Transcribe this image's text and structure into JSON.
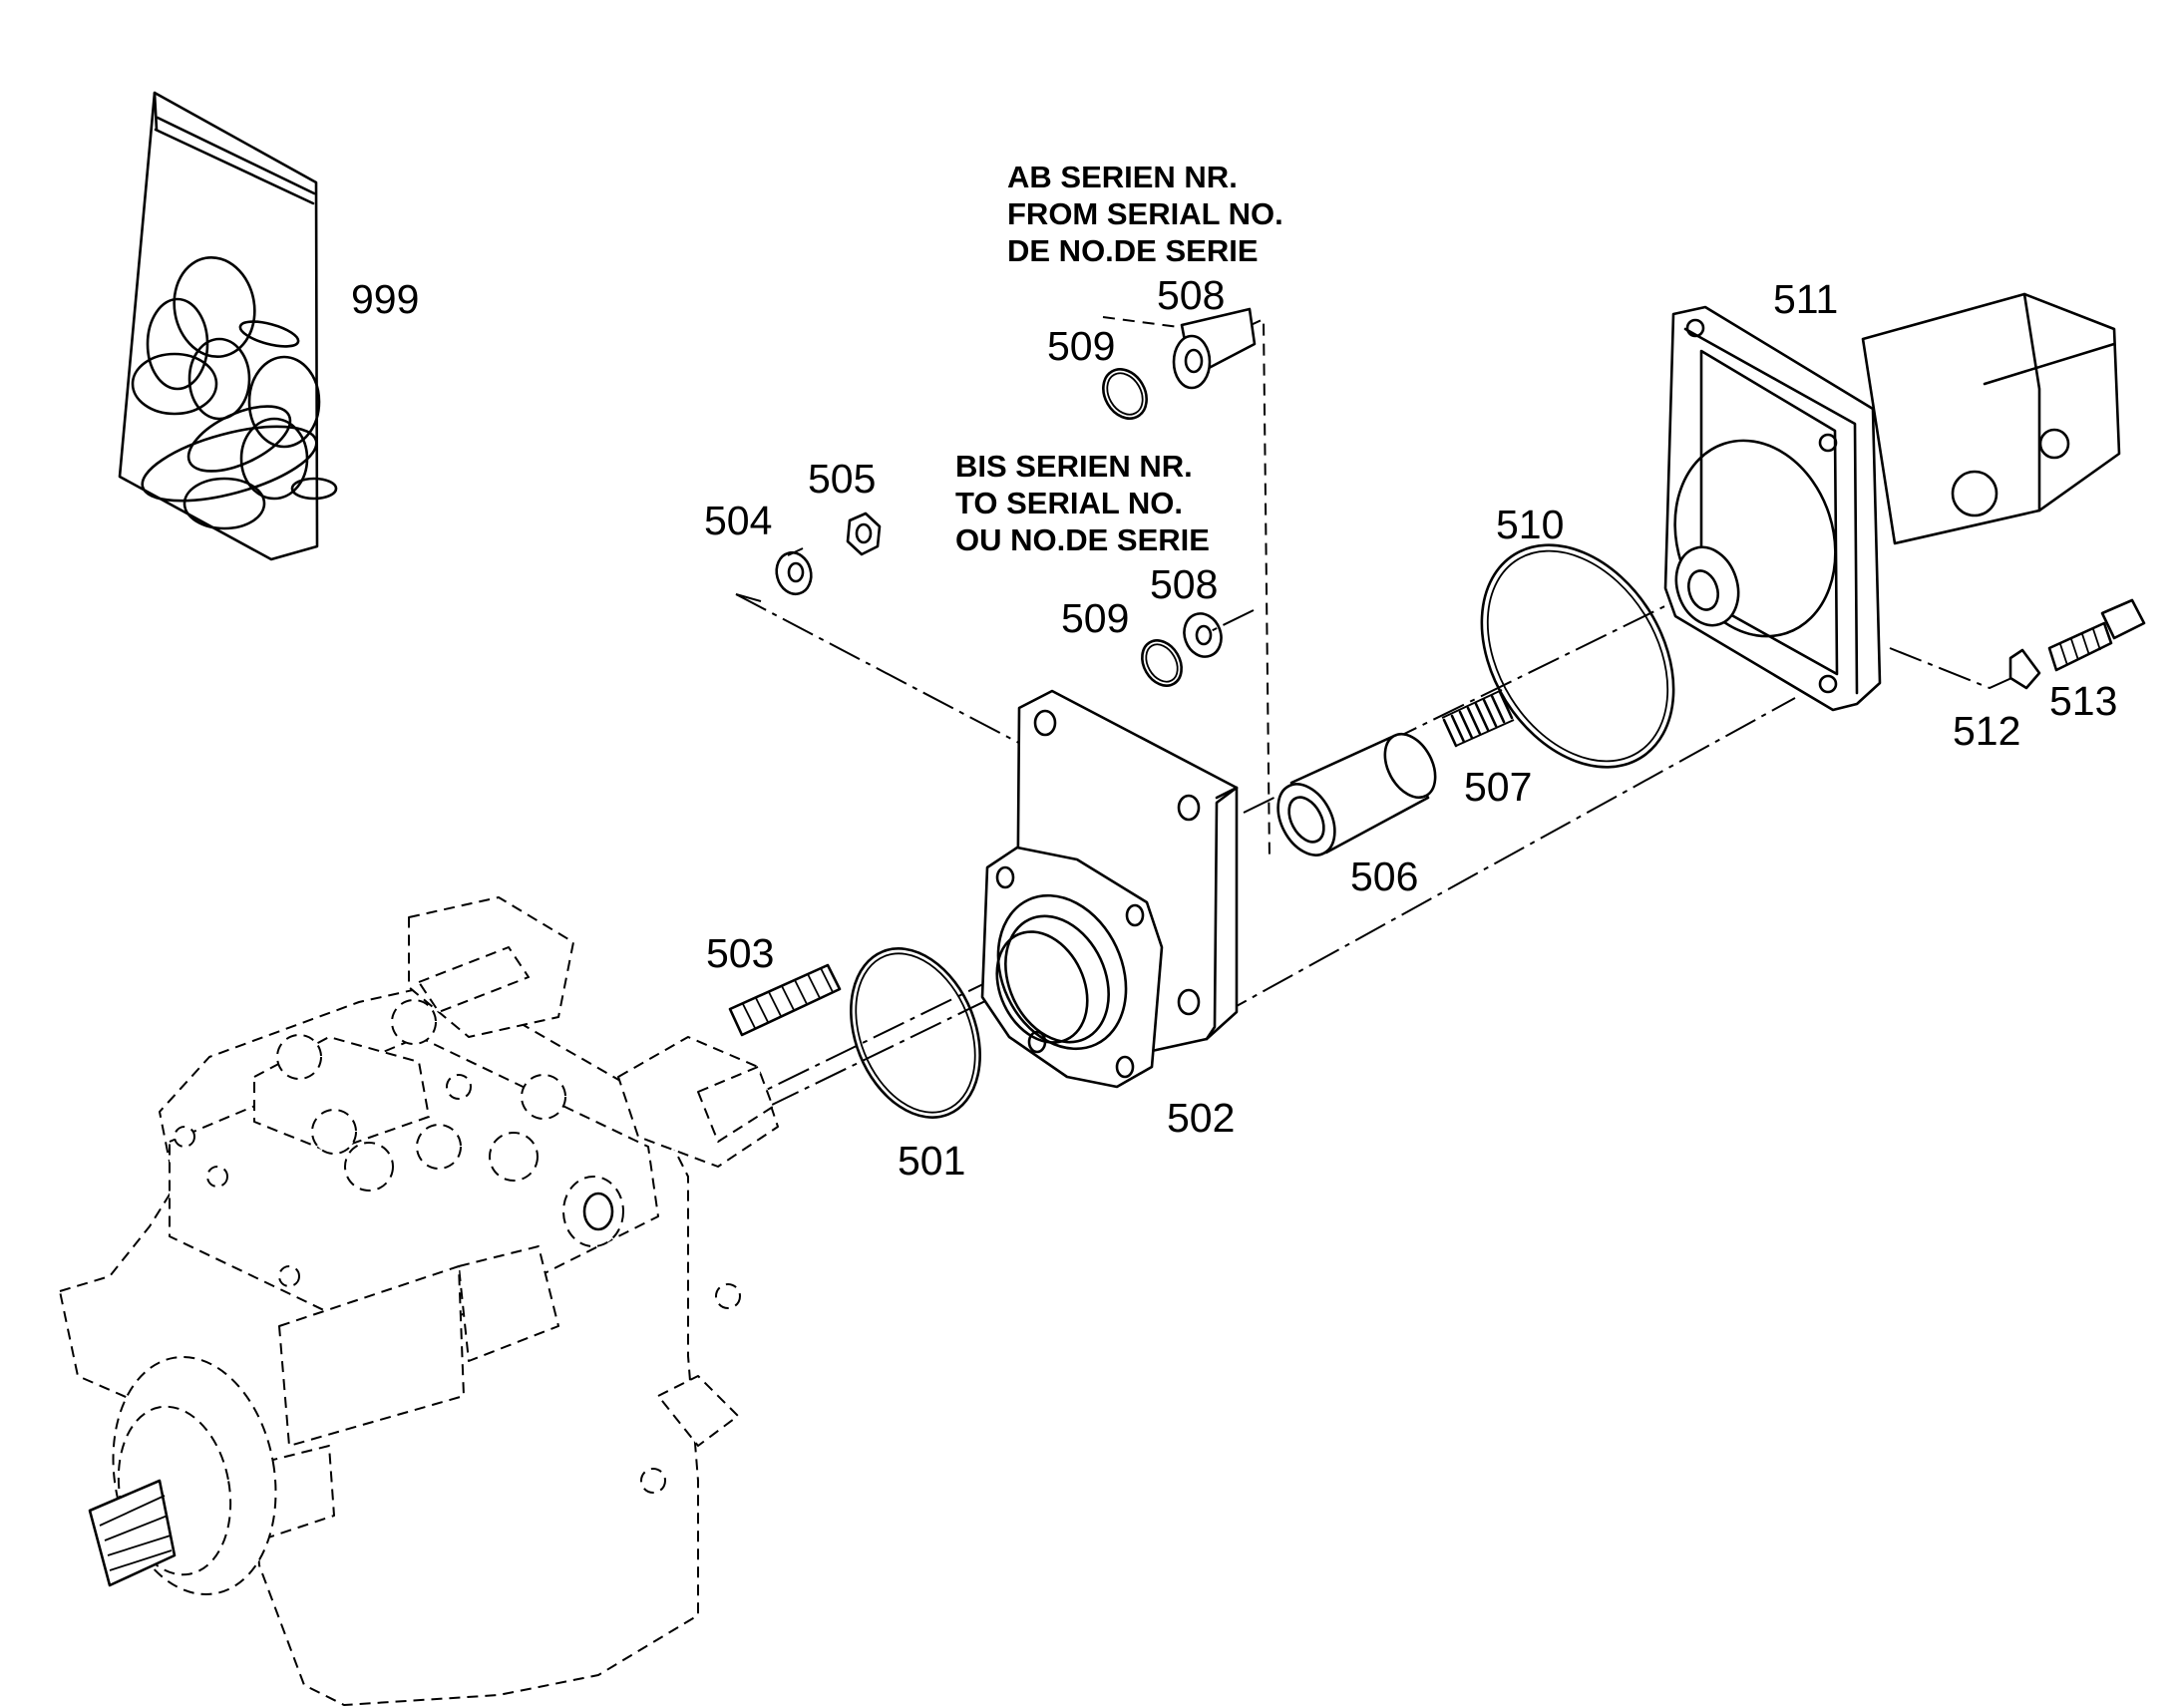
{
  "notes": {
    "from_serial": [
      "AB SERIEN NR.",
      "FROM SERIAL NO.",
      "DE NO.DE SERIE"
    ],
    "to_serial": [
      "BIS SERIEN NR.",
      "TO SERIAL NO.",
      "OU NO.DE SERIE"
    ]
  },
  "parts": {
    "p999": "999",
    "p511": "511",
    "p508a": "508",
    "p509a": "509",
    "p505": "505",
    "p504": "504",
    "p510": "510",
    "p508b": "508",
    "p509b": "509",
    "p512": "512",
    "p513": "513",
    "p507": "507",
    "p506": "506",
    "p503": "503",
    "p502": "502",
    "p501": "501"
  }
}
